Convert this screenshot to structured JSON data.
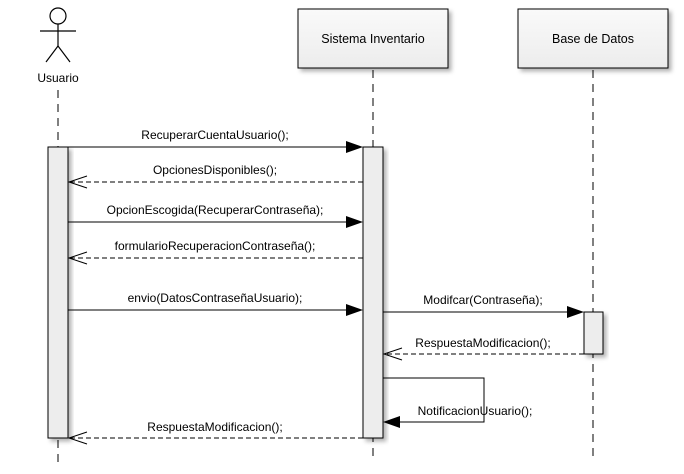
{
  "participants": [
    {
      "id": "actor",
      "kind": "actor",
      "label": "Usuario"
    },
    {
      "id": "sistema",
      "kind": "object",
      "label": "Sistema Inventario"
    },
    {
      "id": "bd",
      "kind": "object",
      "label": "Base de Datos"
    }
  ],
  "messages": [
    {
      "from": "actor",
      "to": "sistema",
      "style": "sync",
      "label": "RecuperarCuentaUsuario();"
    },
    {
      "from": "sistema",
      "to": "actor",
      "style": "return",
      "label": "OpcionesDisponibles();"
    },
    {
      "from": "actor",
      "to": "sistema",
      "style": "sync",
      "label": "OpcionEscogida(RecuperarContraseña);"
    },
    {
      "from": "sistema",
      "to": "actor",
      "style": "return",
      "label": "formularioRecuperacionContraseña();"
    },
    {
      "from": "actor",
      "to": "sistema",
      "style": "sync",
      "label": "envio(DatosContraseñaUsuario);"
    },
    {
      "from": "sistema",
      "to": "bd",
      "style": "sync",
      "label": "Modifcar(Contraseña);"
    },
    {
      "from": "bd",
      "to": "sistema",
      "style": "return",
      "label": "RespuestaModificacion();"
    },
    {
      "from": "sistema",
      "to": "sistema",
      "style": "self",
      "label": "NotificacionUsuario();"
    },
    {
      "from": "sistema",
      "to": "actor",
      "style": "return",
      "label": "RespuestaModificacion();"
    }
  ],
  "colors": {
    "box_fill": "#f2f2f2",
    "activation_fill": "#ececec",
    "line": "#000000"
  }
}
